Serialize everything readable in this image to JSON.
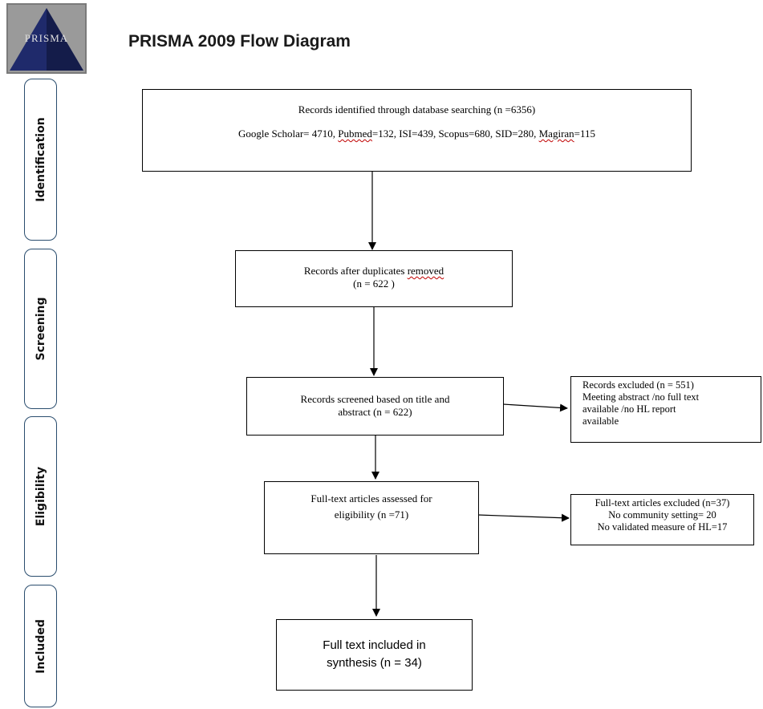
{
  "title": "PRISMA 2009 Flow Diagram",
  "logo": {
    "text": "PRISMA",
    "colors": {
      "triangle": "#1f2a6b",
      "shade": "#0b1030",
      "frame": "#6b6b6b",
      "text": "#d9d9d9"
    }
  },
  "phases": {
    "identification": "Identification",
    "screening": "Screening",
    "eligibility": "Eligibility",
    "included": "Included"
  },
  "boxes": {
    "identified": {
      "line1": "Records identified through database searching (n =6356)",
      "line2_before_pubmed": "Google Scholar= 4710, ",
      "pubmed": "Pubmed",
      "line2_middle": "=132, ISI=439, Scopus=680, SID=280, ",
      "magiran": "Magiran",
      "line2_after_magiran": "=115"
    },
    "duplicates": {
      "line1_before": "Records after duplicates ",
      "line1_removed": "removed",
      "line2": "(n = 622 )"
    },
    "screened": {
      "line1": "Records screened based on title and",
      "line2": "abstract (n = 622)"
    },
    "excluded_records": {
      "line1": "Records excluded (n = 551)",
      "line2": "Meeting abstract /no full text",
      "line3": "available /no HL report",
      "line4": "available"
    },
    "fulltext": {
      "line1": "Full-text articles assessed for",
      "line2": "eligibility (n =71)"
    },
    "excluded_fulltext": {
      "line1": "Full-text articles excluded (n=37)",
      "line2": "No community setting= 20",
      "line3": "No validated measure of HL=17"
    },
    "included": {
      "line1": "Full text included in",
      "line2": "synthesis (n = 34)"
    }
  }
}
